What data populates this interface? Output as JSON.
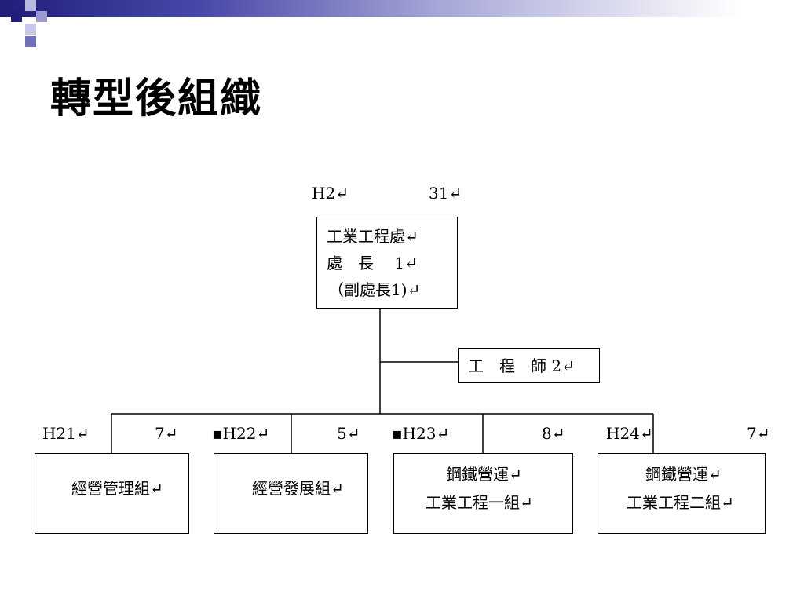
{
  "slide": {
    "title": "轉型後組織"
  },
  "org": {
    "top": {
      "code": "H2↵",
      "count": "31↵",
      "line1": "工業工程處↵",
      "line2": "處　長　 1↵",
      "line3": "（副處長1)↵"
    },
    "staff": {
      "label": "工　程　師 2↵"
    },
    "groups": [
      {
        "code": "H21↵",
        "count": "7↵",
        "line1": "經營管理組↵",
        "line2": ""
      },
      {
        "code": "▪H22↵",
        "count": "5↵",
        "line1": "經營發展組↵",
        "line2": ""
      },
      {
        "code": "▪H23↵",
        "count": "8↵",
        "line1": "鋼鐵營運↵",
        "line2": "工業工程一組↵"
      },
      {
        "code": "H24↵",
        "count": "7↵",
        "line1": "鋼鐵營運↵",
        "line2": "工業工程二組↵"
      }
    ]
  }
}
